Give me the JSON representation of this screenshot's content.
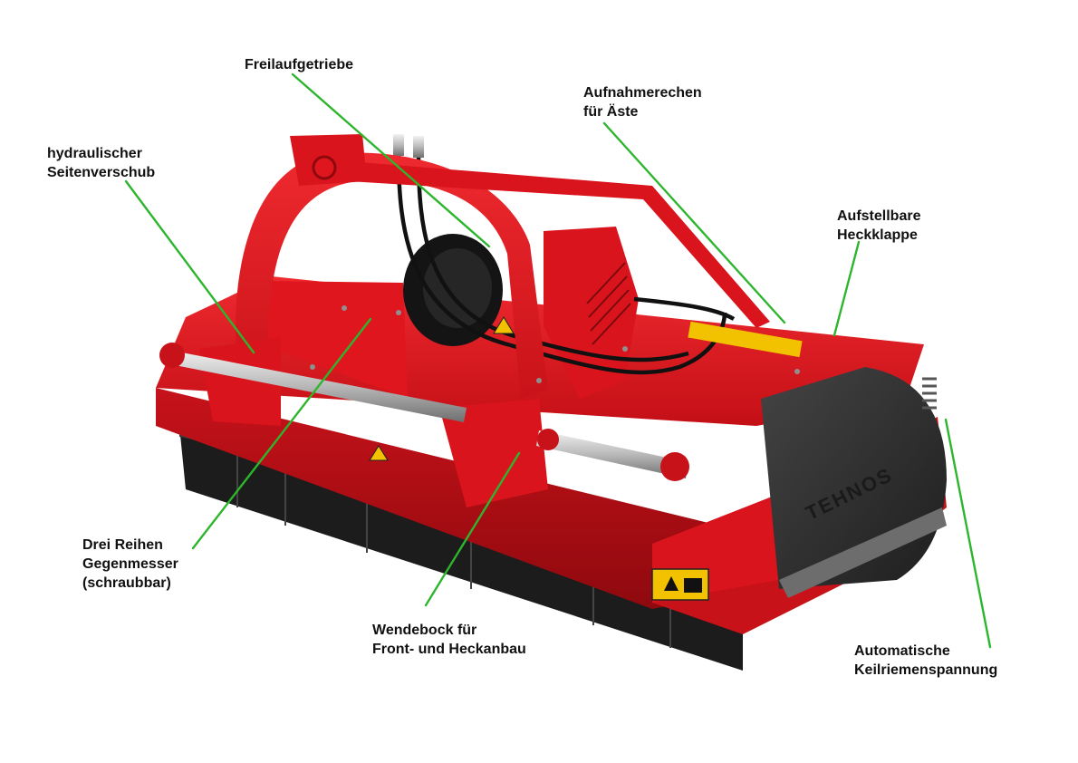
{
  "brand": "TEHNOS",
  "labels": {
    "freilauf": [
      "Freilaufgetriebe"
    ],
    "aufnahme": [
      "Aufnahmerechen",
      "für Äste"
    ],
    "hydraulisch": [
      "hydraulischer",
      "Seitenverschub"
    ],
    "heckklappe": [
      "Aufstellbare",
      "Heckklappe"
    ],
    "gegenmesser": [
      "Drei Reihen",
      "Gegenmesser",
      "(schraubbar)"
    ],
    "wendebock": [
      "Wendebock für",
      "Front- und Heckanbau"
    ],
    "keilriemen": [
      "Automatische",
      "Keilriemenspannung"
    ]
  },
  "colors": {
    "leader": "#2db52d",
    "body_red": "#d8141c",
    "dark_red": "#a50c12",
    "cover": "#2e2e2e",
    "text": "#111111"
  }
}
